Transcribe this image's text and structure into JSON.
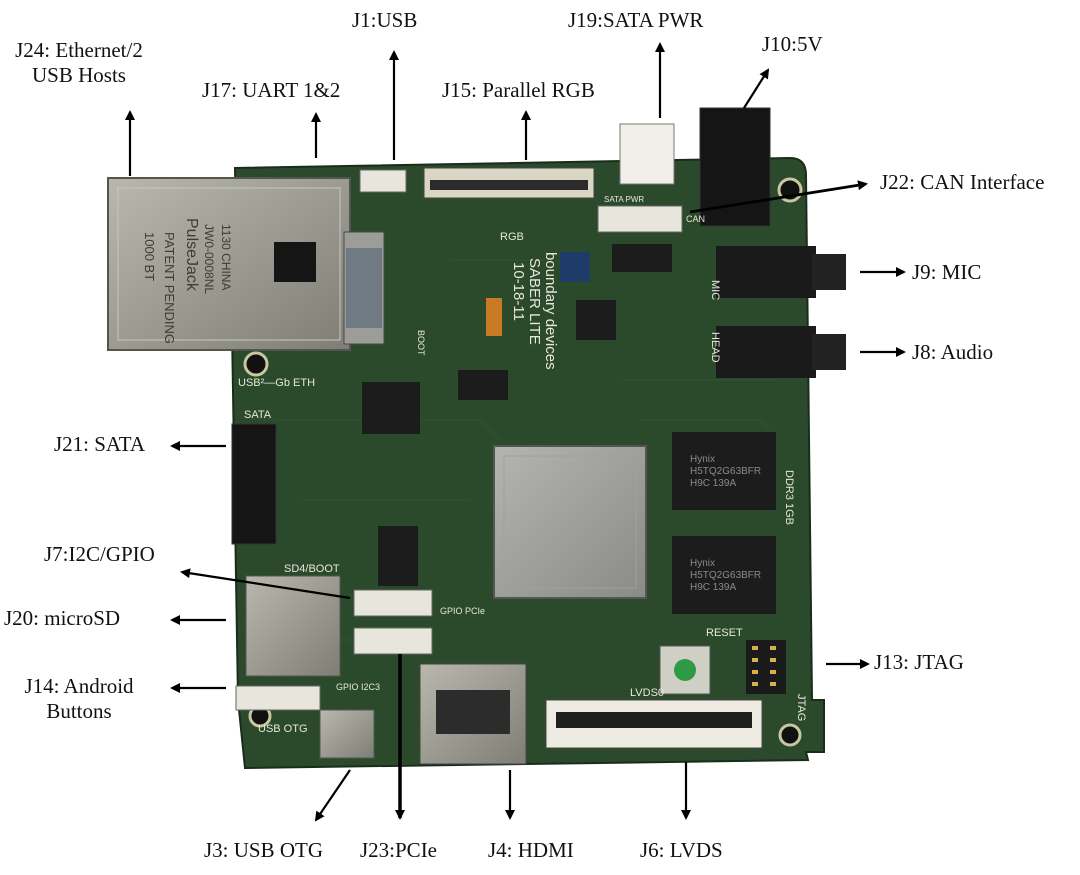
{
  "labels": {
    "j24_line1": "J24: Ethernet/2",
    "j24_line2": "USB Hosts",
    "j17": "J17: UART 1&2",
    "j1": "J1:USB",
    "j19": "J19:SATA PWR",
    "j15": "J15: Parallel RGB",
    "j10": "J10:5V",
    "j22": "J22: CAN Interface",
    "j9": "J9: MIC",
    "j8": "J8: Audio",
    "j21": "J21: SATA",
    "j7": "J7:I2C/GPIO",
    "j20": "J20: microSD",
    "j14_line1": "J14: Android",
    "j14_line2": "Buttons",
    "j13": "J13: JTAG",
    "j3": "J3: USB OTG",
    "j23": "J23:PCIe",
    "j4": "J4: HDMI",
    "j6": "J6: LVDS"
  },
  "board": {
    "silkscreen": {
      "brand": "boundary devices",
      "model": "SABER LITE",
      "date": "10-18-11",
      "rgb": "RGB",
      "eth": "USB²—Gb ETH",
      "sata": "SATA",
      "sd4": "SD4/BOOT",
      "usb_otg": "USB OTG",
      "lvds": "LVDS0",
      "reset": "RESET",
      "jtag": "JTAG",
      "mic": "MIC",
      "head": "HEAD",
      "ddr": "DDR3 1GB",
      "gpio": "GPIO I2C3",
      "pcie": "GPIO PCIe",
      "boot": "BOOT",
      "can": "CAN",
      "sata_pwr": "SATA PWR"
    },
    "ethernet_jack_text": [
      "PATENT PENDING",
      "PulseJack",
      "JW0-0008NL",
      "1130 CHINA",
      "1000 BT"
    ],
    "ram_chip_text": [
      "Hynix",
      "H5TQ2G63BFR",
      "H9C 139A"
    ]
  },
  "colors": {
    "pcb": "#2b4a2c",
    "pcb_dark": "#1d331f",
    "connector_white": "#e8e6dc",
    "chip_black": "#1c1c1c",
    "metal": "#9b9b92",
    "arrow": "#000000"
  }
}
